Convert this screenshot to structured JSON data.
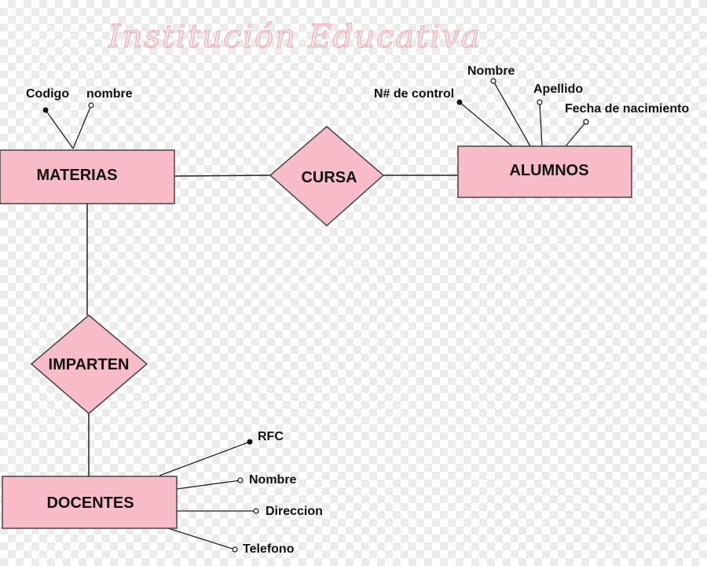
{
  "title": "Institución Educativa",
  "colors": {
    "shape_fill": "#f8bcc8",
    "title_fill": "#fbe4ea",
    "title_stroke": "#e6a7b5"
  },
  "entities": {
    "materias": "MATERIAS",
    "alumnos": "ALUMNOS",
    "docentes": "DOCENTES"
  },
  "relationships": {
    "cursa": "CURSA",
    "imparten": "IMPARTEN"
  },
  "attributes": {
    "materias": [
      "Codigo",
      "nombre"
    ],
    "alumnos": [
      "N# de control",
      "Nombre",
      "Apellido",
      "Fecha de nacimiento"
    ],
    "docentes": [
      "RFC",
      "Nombre",
      "Direccion",
      "Telefono"
    ]
  }
}
